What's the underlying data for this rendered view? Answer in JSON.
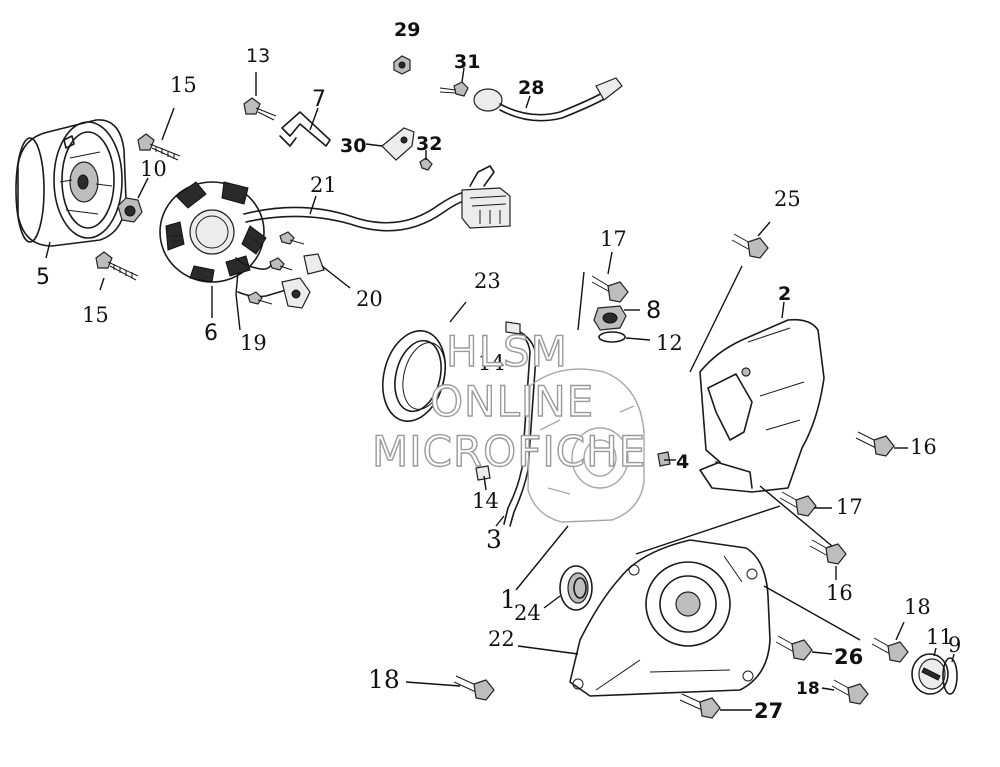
{
  "callouts": [
    {
      "id": "c5",
      "text": "5",
      "style": "sans"
    },
    {
      "id": "c10",
      "text": "10",
      "style": "serif"
    },
    {
      "id": "c15a",
      "text": "15",
      "style": "serif"
    },
    {
      "id": "c15b",
      "text": "15",
      "style": "serif"
    },
    {
      "id": "c6",
      "text": "6",
      "style": "sans"
    },
    {
      "id": "c13",
      "text": "13",
      "style": "sans"
    },
    {
      "id": "c7",
      "text": "7",
      "style": "sans"
    },
    {
      "id": "c30",
      "text": "30",
      "style": "bold"
    },
    {
      "id": "c32",
      "text": "32",
      "style": "bold"
    },
    {
      "id": "c29",
      "text": "29",
      "style": "bold"
    },
    {
      "id": "c31",
      "text": "31",
      "style": "bold"
    },
    {
      "id": "c28",
      "text": "28",
      "style": "bold"
    },
    {
      "id": "c21",
      "text": "21",
      "style": "serif"
    },
    {
      "id": "c20",
      "text": "20",
      "style": "serif"
    },
    {
      "id": "c19",
      "text": "19",
      "style": "serif"
    },
    {
      "id": "c23",
      "text": "23",
      "style": "serif"
    },
    {
      "id": "c14a",
      "text": "14",
      "style": "serif"
    },
    {
      "id": "c14b",
      "text": "14",
      "style": "serif"
    },
    {
      "id": "c3",
      "text": "3",
      "style": "serif"
    },
    {
      "id": "c1",
      "text": "1",
      "style": "serif"
    },
    {
      "id": "c24",
      "text": "24",
      "style": "serif"
    },
    {
      "id": "c22",
      "text": "22",
      "style": "serif"
    },
    {
      "id": "c17a",
      "text": "17",
      "style": "serif"
    },
    {
      "id": "c8",
      "text": "8",
      "style": "sans"
    },
    {
      "id": "c12",
      "text": "12",
      "style": "serif"
    },
    {
      "id": "c4",
      "text": "4",
      "style": "bold"
    },
    {
      "id": "c25",
      "text": "25",
      "style": "serif"
    },
    {
      "id": "c2",
      "text": "2",
      "style": "bold"
    },
    {
      "id": "c16a",
      "text": "16",
      "style": "serif"
    },
    {
      "id": "c17b",
      "text": "17",
      "style": "serif"
    },
    {
      "id": "c16b",
      "text": "16",
      "style": "serif"
    },
    {
      "id": "c18a",
      "text": "18",
      "style": "serif"
    },
    {
      "id": "c18b",
      "text": "18",
      "style": "serif"
    },
    {
      "id": "c18c",
      "text": "18",
      "style": "bold"
    },
    {
      "id": "c26",
      "text": "26",
      "style": "bold"
    },
    {
      "id": "c27",
      "text": "27",
      "style": "bold"
    },
    {
      "id": "c11",
      "text": "11",
      "style": "serif"
    },
    {
      "id": "c9",
      "text": "9",
      "style": "serif"
    }
  ],
  "watermark": {
    "line1": "HLSM",
    "line2": "ONLINE",
    "line3": "MICROFICHE"
  },
  "colors": {
    "ink": "#1a1a1a",
    "ghost_watermark": "#9a9a9a",
    "background": "#ffffff"
  }
}
